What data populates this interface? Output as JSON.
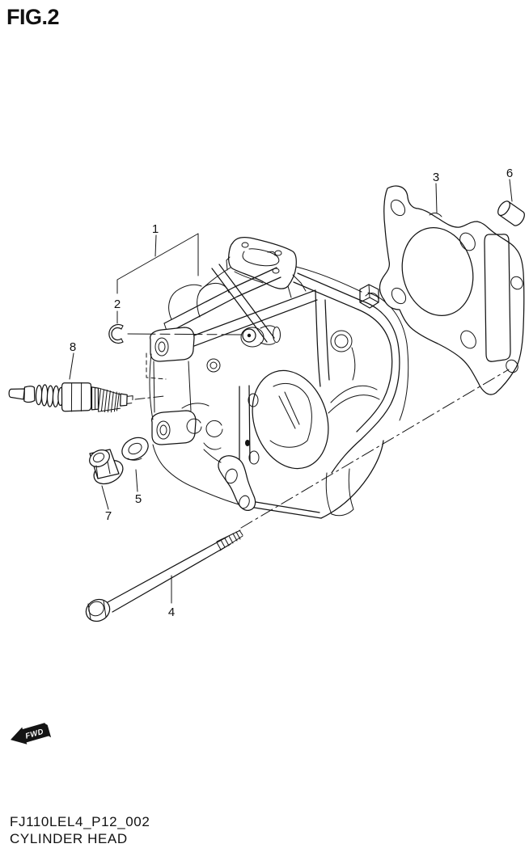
{
  "figure": {
    "label": "FIG.2"
  },
  "footer": {
    "part_code": "FJ110LEL4_P12_002",
    "page_title": "CYLINDER HEAD"
  },
  "fwd_indicator": {
    "label": "FWD"
  },
  "callouts": [
    {
      "label": "1"
    },
    {
      "label": "2"
    },
    {
      "label": "3"
    },
    {
      "label": "4"
    },
    {
      "label": "5"
    },
    {
      "label": "6"
    },
    {
      "label": "7"
    },
    {
      "label": "8"
    }
  ],
  "colors": {
    "line": "#141414",
    "background": "#ffffff"
  }
}
